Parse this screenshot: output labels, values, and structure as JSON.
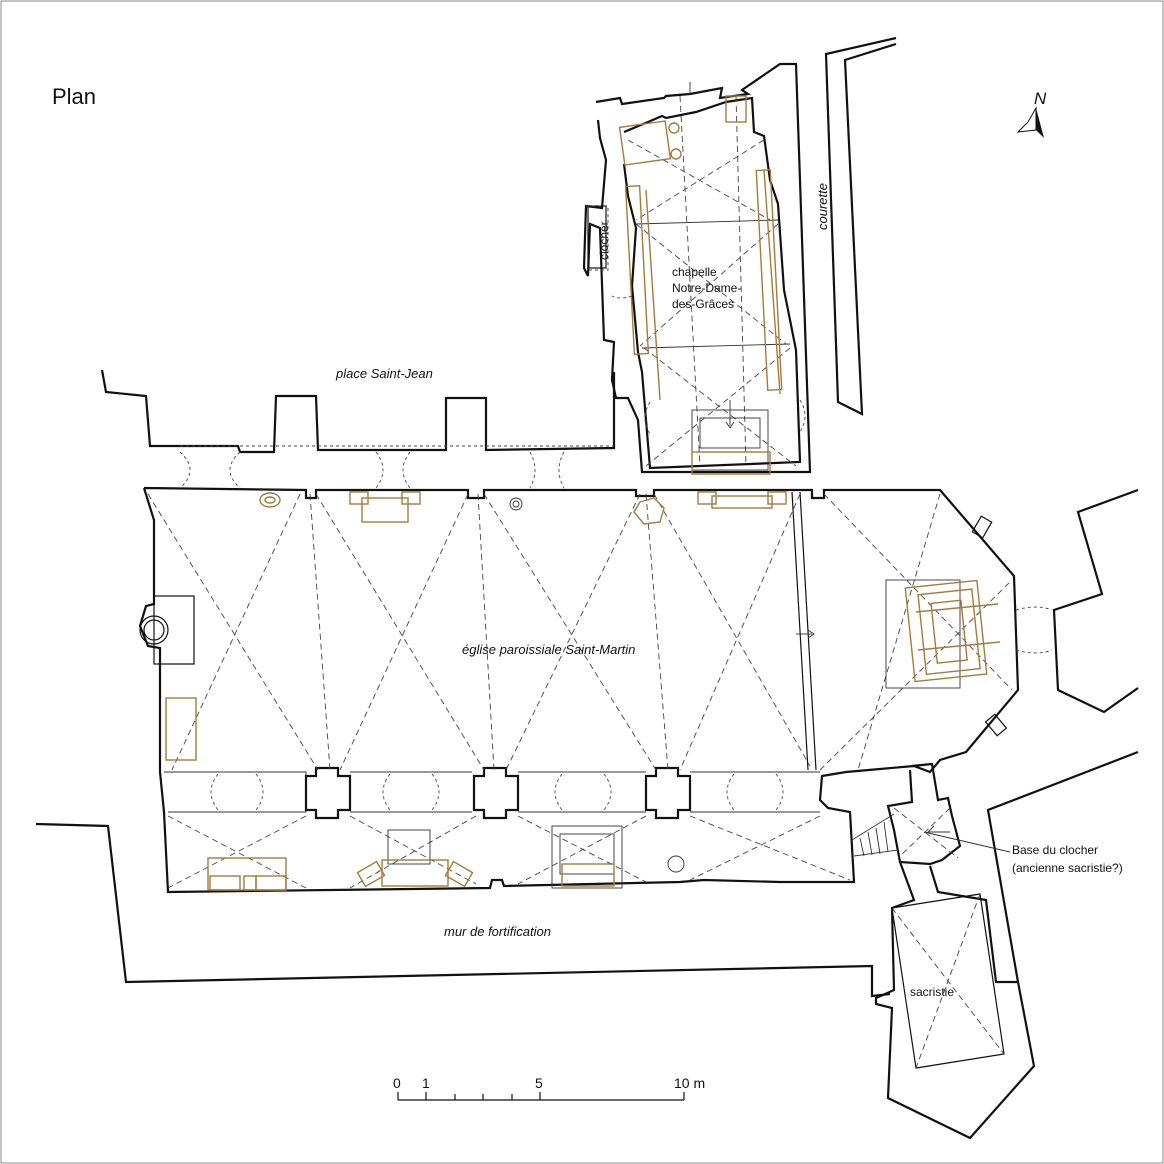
{
  "title": "Plan",
  "labels": {
    "place": "place Saint-Jean",
    "courette": "courette",
    "clocher": "clocher",
    "chapelle_lines": [
      "chapelle",
      "Notre-Dame-",
      "des-Grâces"
    ],
    "eglise": "église paroissiale Saint-Martin",
    "base_clocher_lines": [
      "Base du clocher",
      "(ancienne sacristie?)"
    ],
    "mur": "mur de fortification",
    "sacristie": "sacristie"
  },
  "north": "N",
  "scale": {
    "labels": [
      "0",
      "1",
      "5",
      "10 m"
    ]
  },
  "colors": {
    "walls": "#111111",
    "furniture": "#a8793a",
    "vaults": "#444444"
  }
}
